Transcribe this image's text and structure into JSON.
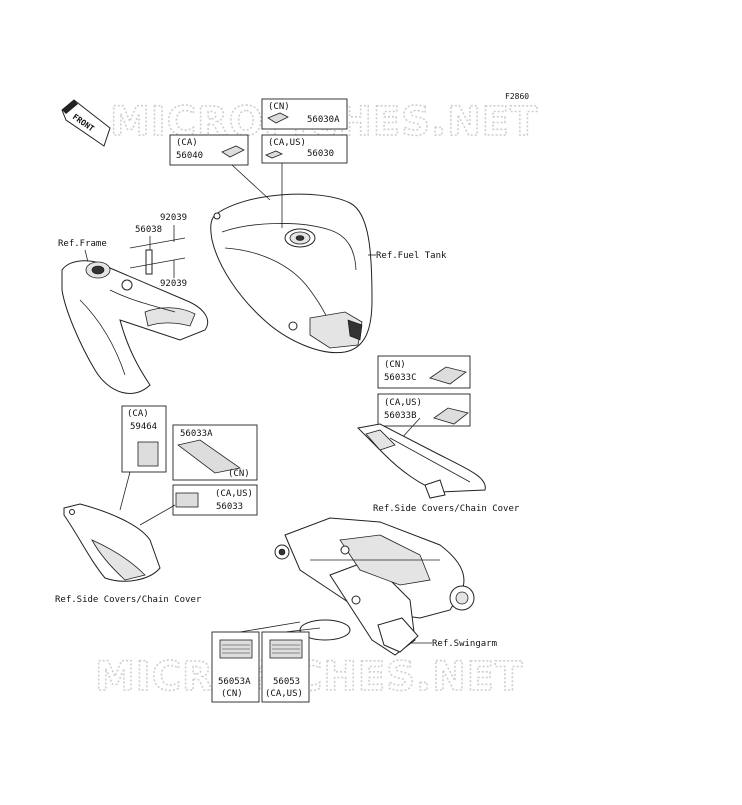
{
  "diagram_code": "F2860",
  "watermark": "MICROFICHES.NET",
  "front_tag": "FRONT",
  "refs": {
    "frame": "Ref.Frame",
    "fuel_tank": "Ref.Fuel Tank",
    "side_covers_right": "Ref.Side Covers/Chain Cover",
    "side_covers_left": "Ref.Side Covers/Chain Cover",
    "swingarm": "Ref.Swingarm"
  },
  "parts": {
    "p56030A": {
      "region": "(CN)",
      "number": "56030A"
    },
    "p56030": {
      "region": "(CA,US)",
      "number": "56030"
    },
    "p56040": {
      "region": "(CA)",
      "number": "56040"
    },
    "p92039_top": {
      "number": "92039"
    },
    "p56038": {
      "number": "56038"
    },
    "p92039_bottom": {
      "number": "92039"
    },
    "p56033C": {
      "region": "(CN)",
      "number": "56033C"
    },
    "p56033B": {
      "region": "(CA,US)",
      "number": "56033B"
    },
    "p59464": {
      "region": "(CA)",
      "number": "59464"
    },
    "p56033A": {
      "region": "(CN)",
      "number": "56033A"
    },
    "p56033": {
      "region": "(CA,US)",
      "number": "56033"
    },
    "p56053A": {
      "region": "(CN)",
      "number": "56053A"
    },
    "p56053": {
      "region": "(CA,US)",
      "number": "56053"
    }
  }
}
